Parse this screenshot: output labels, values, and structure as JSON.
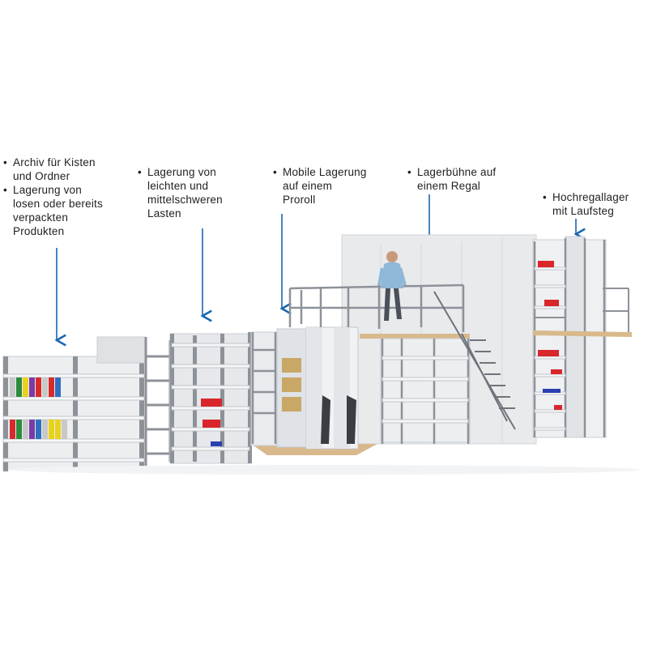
{
  "callouts": [
    {
      "id": "archive",
      "lines": [
        "Archiv für Kisten",
        "und Ordner"
      ]
    },
    {
      "id": "loose",
      "lines": [
        "Lagerung von",
        "losen oder bereits",
        "verpackten",
        "Produkten"
      ]
    },
    {
      "id": "medium",
      "lines": [
        "Lagerung von",
        "leichten und",
        "mittelschweren",
        "Lasten"
      ]
    },
    {
      "id": "mobile",
      "lines": [
        "Mobile Lagerung",
        "auf einem",
        "Proroll"
      ]
    },
    {
      "id": "platform",
      "lines": [
        "Lagerbühne auf",
        "einem Regal"
      ]
    },
    {
      "id": "highbay",
      "lines": [
        "Hochregallager",
        "mit Laufsteg"
      ]
    }
  ],
  "colors": {
    "arrow": "#1a66b0",
    "frame": "#8d9299",
    "panel": "#e3e6e9",
    "panel_dark": "#c9cdd2",
    "shelf": "#f3f4f5",
    "wood": "#d9b98c",
    "red_bin": "#d9262a",
    "blue_bin": "#2a3fb0",
    "binders": [
      "#d72a2a",
      "#2e8b3d",
      "#e9d21d",
      "#7a3aa8",
      "#c8c8c8",
      "#2d6fc0"
    ]
  }
}
